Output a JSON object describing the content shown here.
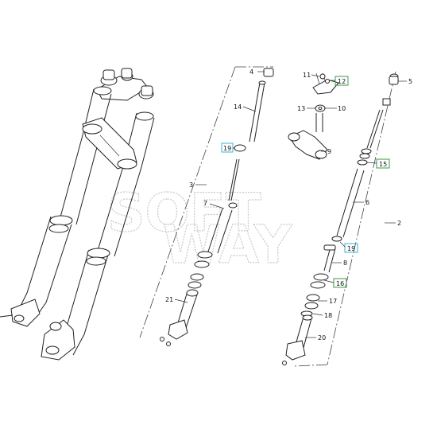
{
  "diagram": {
    "watermark": {
      "line1": "SOFT",
      "line2": "WAY"
    },
    "callouts": [
      {
        "id": "c4",
        "label": "4",
        "box": "none"
      },
      {
        "id": "c14",
        "label": "14",
        "box": "none"
      },
      {
        "id": "c19a",
        "label": "19",
        "box": "cyan"
      },
      {
        "id": "c3",
        "label": "3",
        "box": "none"
      },
      {
        "id": "c7",
        "label": "7",
        "box": "none"
      },
      {
        "id": "c21",
        "label": "21",
        "box": "none"
      },
      {
        "id": "c11",
        "label": "11",
        "box": "none"
      },
      {
        "id": "c12",
        "label": "12",
        "box": "green"
      },
      {
        "id": "c13",
        "label": "13",
        "box": "none"
      },
      {
        "id": "c10",
        "label": "10",
        "box": "none"
      },
      {
        "id": "c9",
        "label": "9",
        "box": "none"
      },
      {
        "id": "c5",
        "label": "5",
        "box": "none"
      },
      {
        "id": "c15",
        "label": "15",
        "box": "green"
      },
      {
        "id": "c6",
        "label": "6",
        "box": "none"
      },
      {
        "id": "c2",
        "label": "2",
        "box": "none"
      },
      {
        "id": "c19b",
        "label": "19",
        "box": "cyan"
      },
      {
        "id": "c8",
        "label": "8",
        "box": "none"
      },
      {
        "id": "c16",
        "label": "16",
        "box": "green"
      },
      {
        "id": "c17",
        "label": "17",
        "box": "none"
      },
      {
        "id": "c18",
        "label": "18",
        "box": "none"
      },
      {
        "id": "c20",
        "label": "20",
        "box": "none"
      }
    ],
    "colors": {
      "line": "#222222",
      "highlight_green": "#3c9a46",
      "highlight_cyan": "#37b3d8",
      "watermark": "#c9c9c9"
    }
  }
}
